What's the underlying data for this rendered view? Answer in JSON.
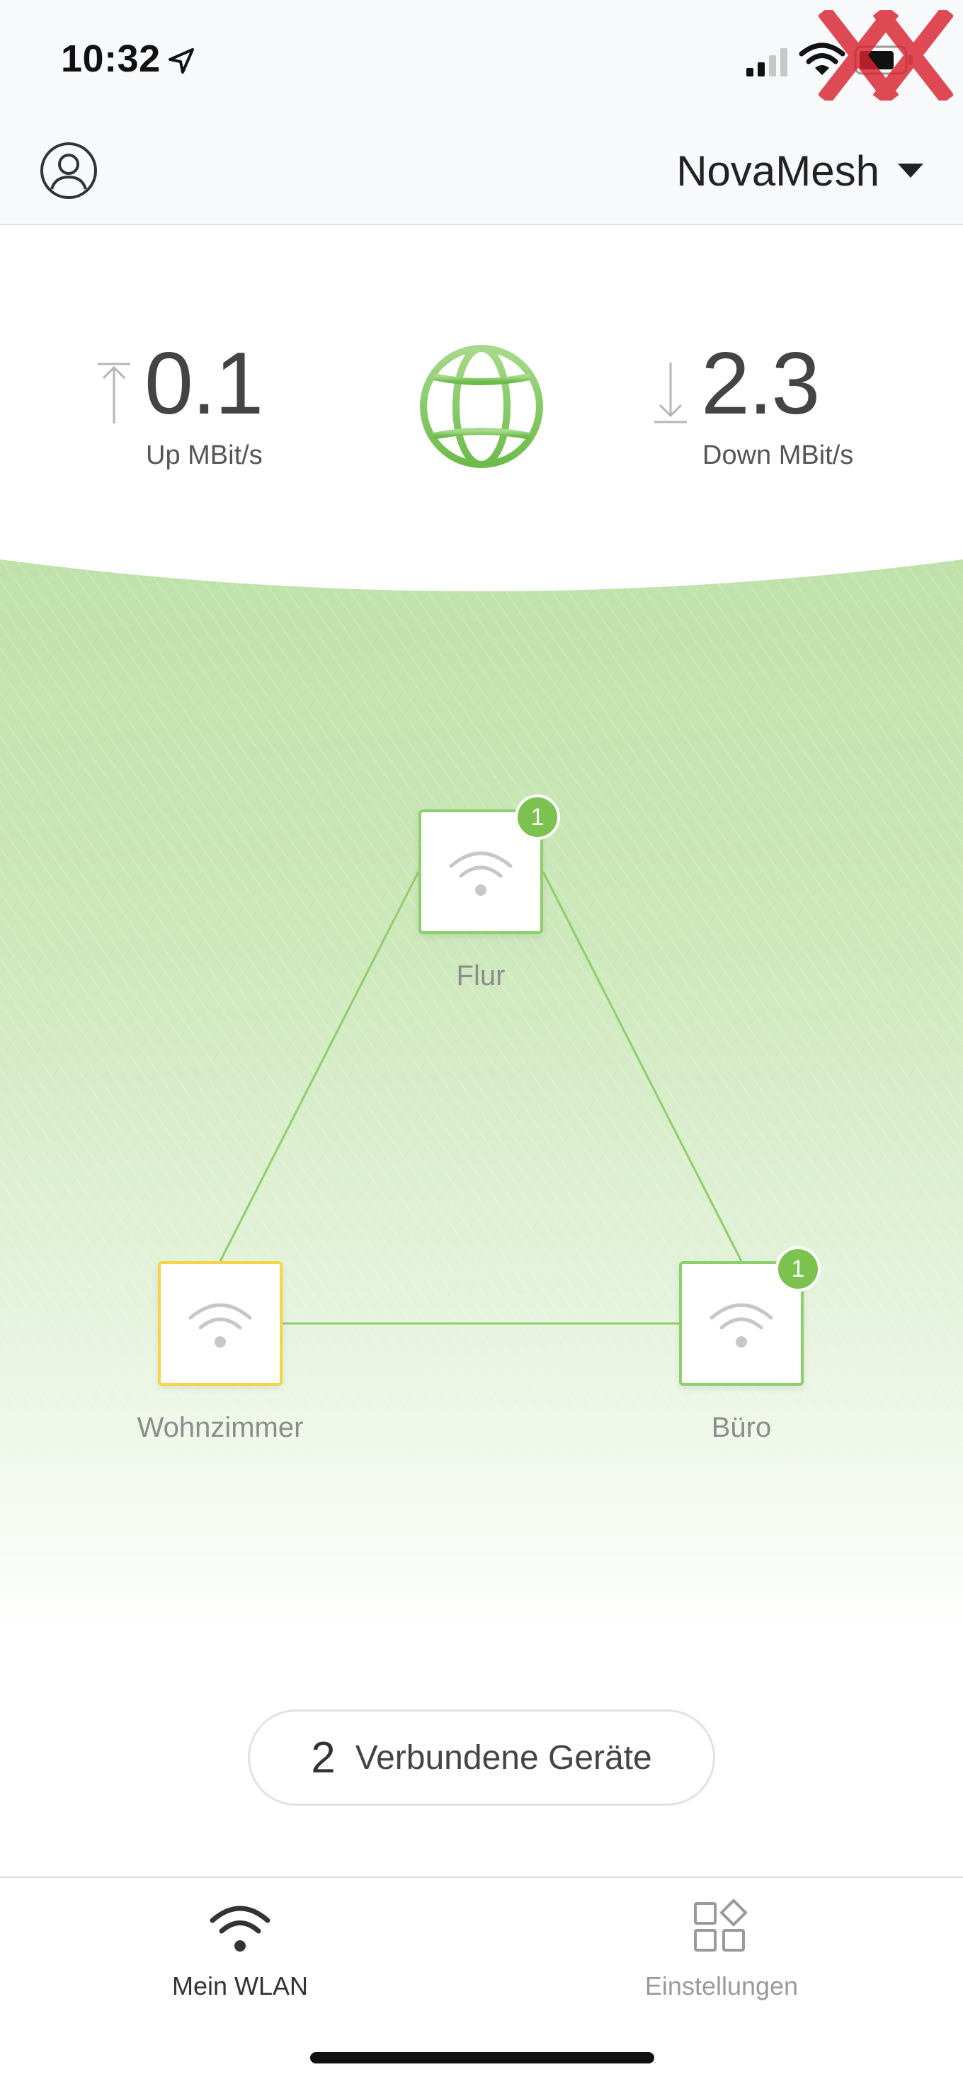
{
  "status_bar": {
    "time": "10:32"
  },
  "watermark": {
    "text": "XX"
  },
  "header": {
    "network_name": "NovaMesh"
  },
  "speed": {
    "up": {
      "value": "0.1",
      "unit": "Up MBit/s"
    },
    "down": {
      "value": "2.3",
      "unit": "Down MBit/s"
    }
  },
  "mesh": {
    "nodes": [
      {
        "label": "Flur",
        "badge": "1",
        "role": "satellite"
      },
      {
        "label": "Wohnzimmer",
        "badge": "",
        "role": "primary"
      },
      {
        "label": "Büro",
        "badge": "1",
        "role": "satellite"
      }
    ]
  },
  "devices": {
    "count": "2",
    "label": "Verbundene Geräte"
  },
  "tabs": [
    {
      "label": "Mein WLAN",
      "icon": "wifi-icon",
      "active": true
    },
    {
      "label": "Einstellungen",
      "icon": "settings-grid-icon",
      "active": false
    }
  ],
  "colors": {
    "accent": "#7cc24e",
    "primary_node_border": "#f5d547",
    "link_line": "#8ccf6b"
  }
}
